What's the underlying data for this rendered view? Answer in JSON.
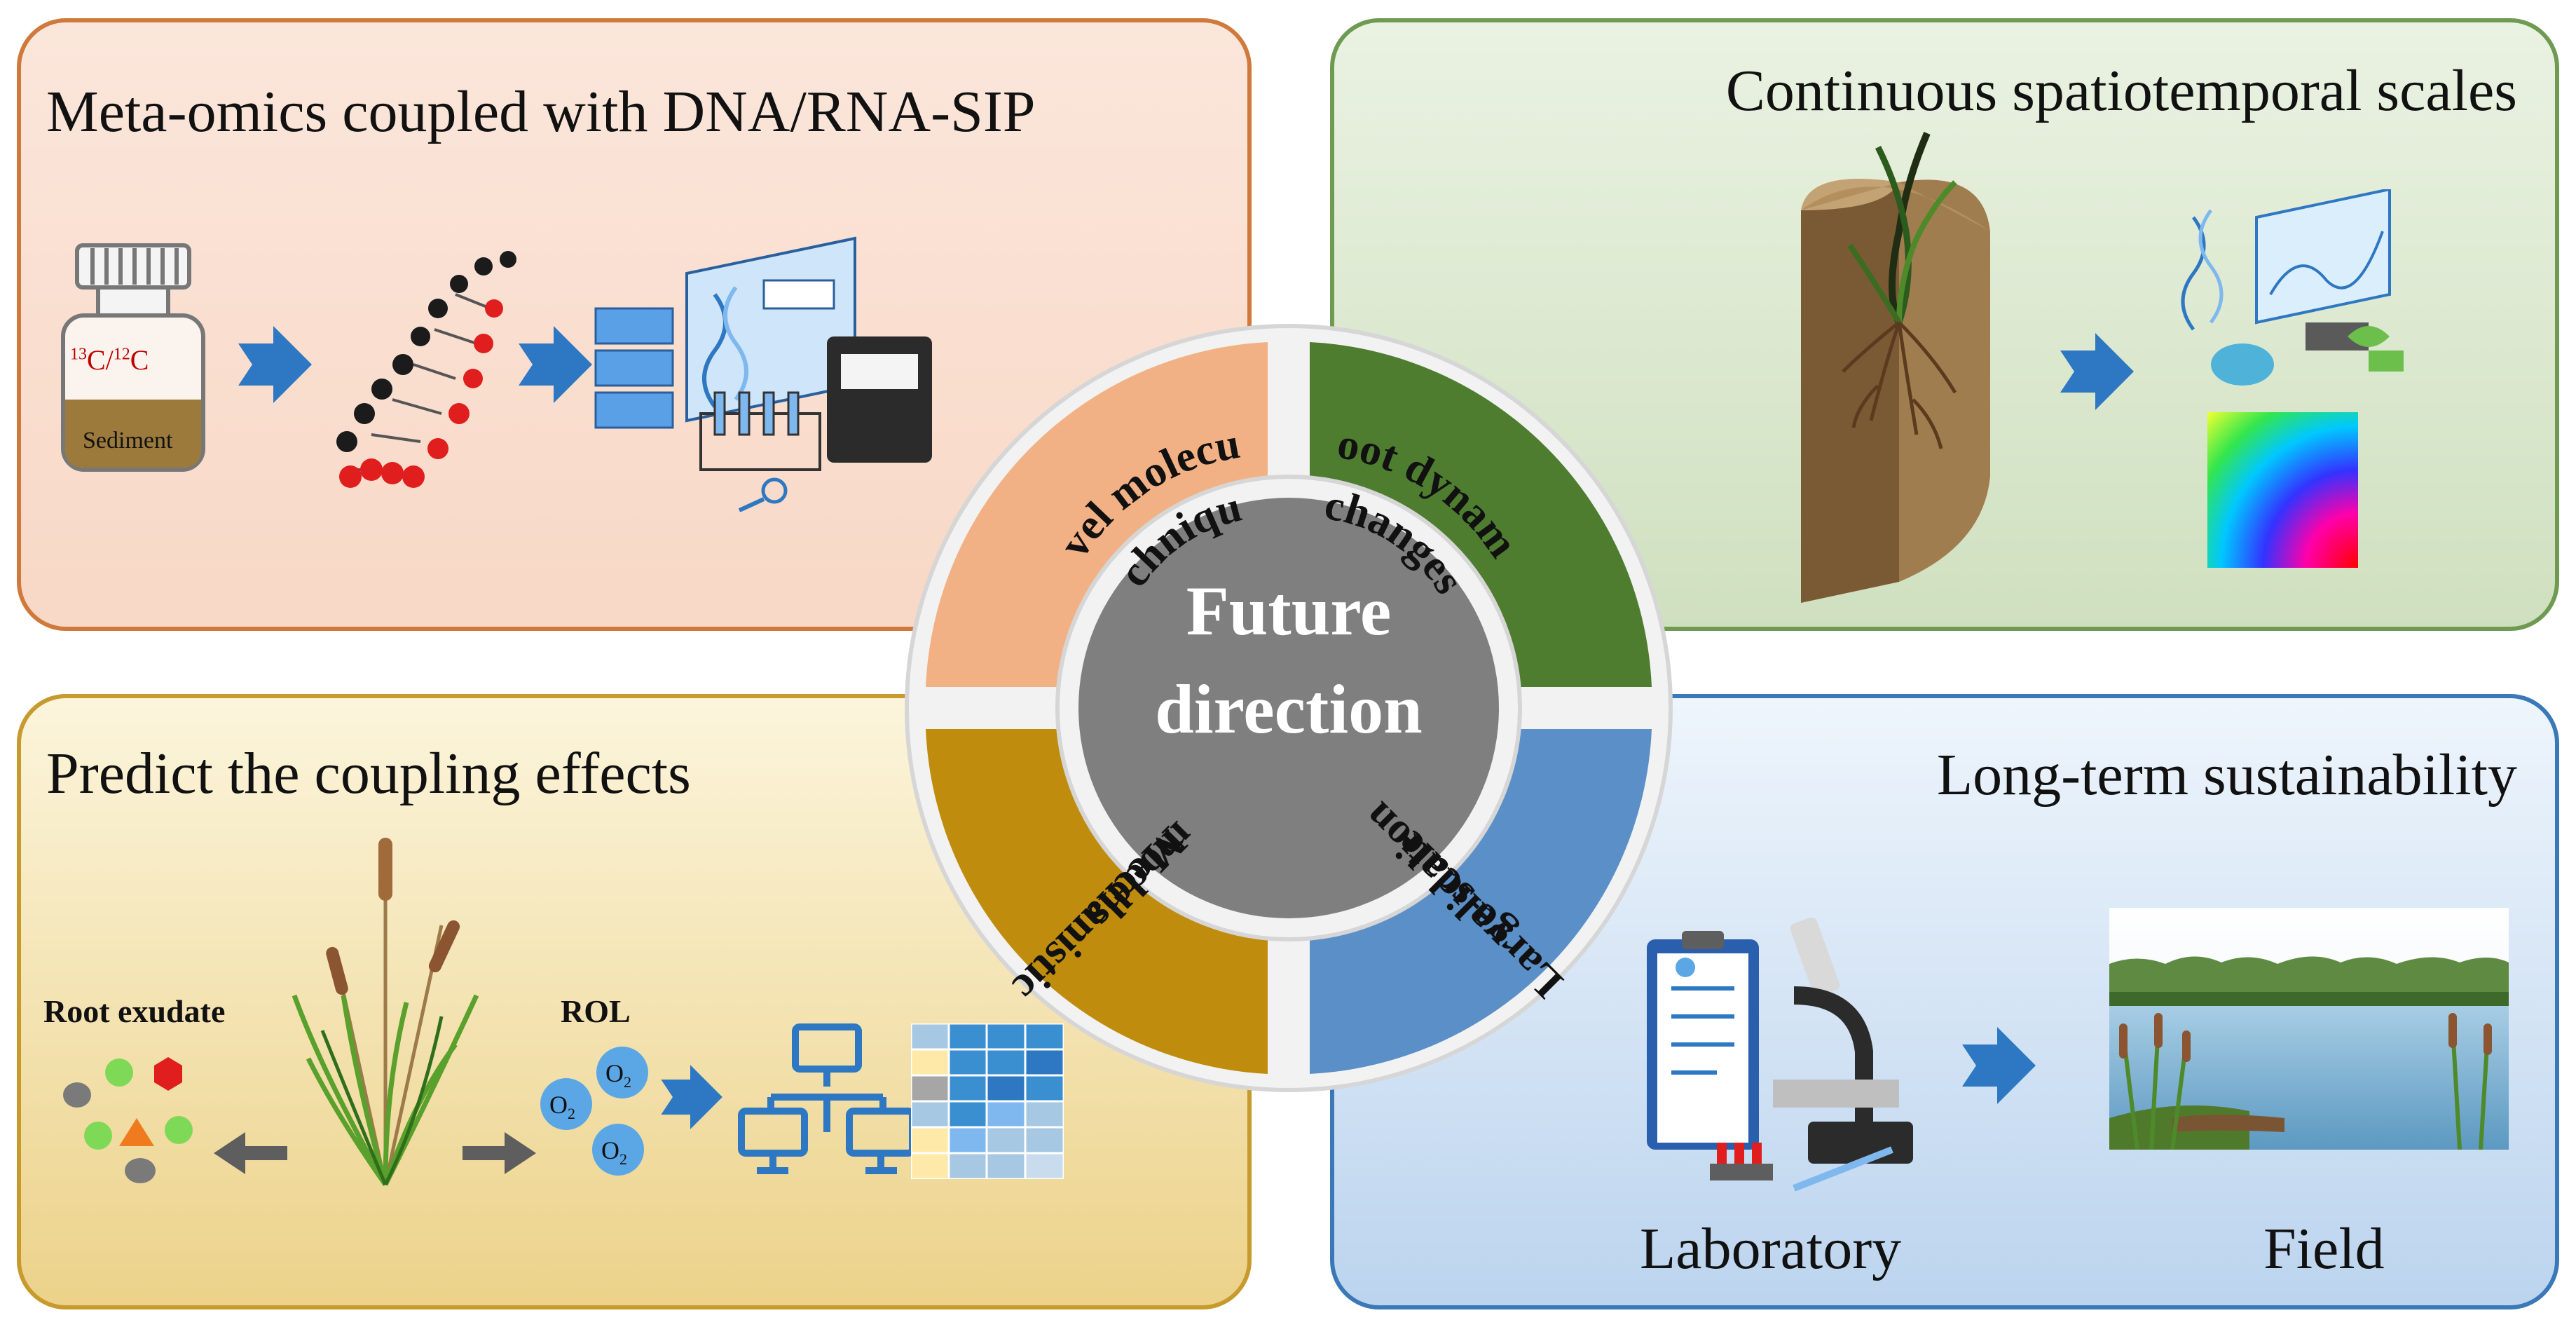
{
  "center": {
    "line1": "Future",
    "line2": "direction"
  },
  "quadrants": {
    "top_left": {
      "title": "Meta-omics coupled with DNA/RNA-SIP",
      "segment": [
        "Novel molecular",
        "techniques"
      ],
      "bottle_label": "Sediment",
      "isotope_left": "13",
      "isotope_mid": "C/",
      "isotope_right": "12",
      "isotope_end": "C"
    },
    "top_right": {
      "title": "Continuous spatiotemporal scales",
      "segment": [
        "Root dynamic",
        "changes"
      ]
    },
    "bottom_left": {
      "title": "Predict the coupling effects",
      "segment": [
        "Mechanistic",
        "models"
      ],
      "root_exudate": "Root exudate",
      "rol": "ROL",
      "o2": "O",
      "o2_sub": "2"
    },
    "bottom_right": {
      "title": "Long-term sustainability",
      "segment": [
        "Large-scale",
        "validation"
      ],
      "laboratory": "Laboratory",
      "field": "Field"
    }
  },
  "colors": {
    "seg_tl": "#f2b184",
    "seg_tr": "#4e7d2f",
    "seg_bl": "#bf8c0d",
    "seg_br": "#5b8fc7",
    "center": "#7f7f7f",
    "arrow": "#2e77c2"
  }
}
